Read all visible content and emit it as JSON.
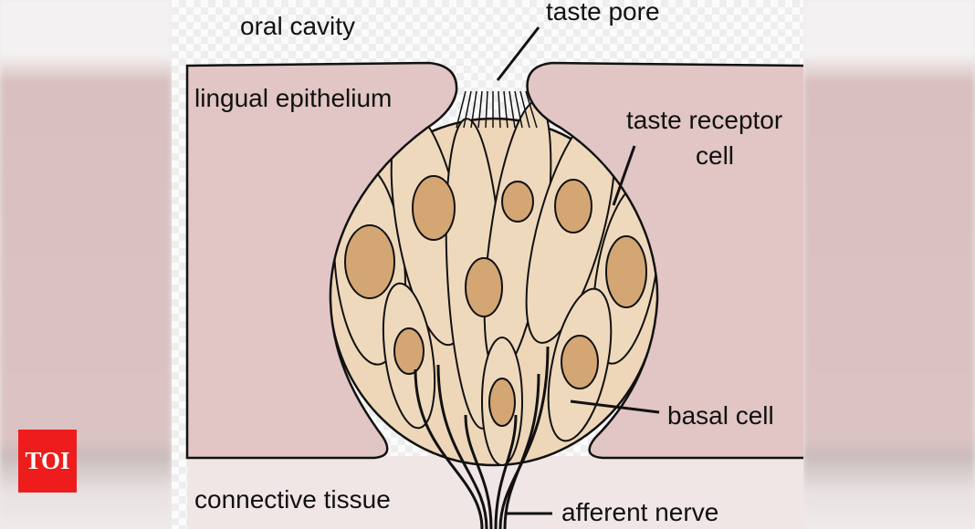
{
  "diagram": {
    "labels": {
      "oral_cavity": "oral cavity",
      "taste_pore": "taste pore",
      "lingual_epithelium": "lingual epithelium",
      "taste_receptor_cell_line1": "taste receptor",
      "taste_receptor_cell_line2": "cell",
      "basal_cell": "basal cell",
      "connective_tissue": "connective tissue",
      "afferent_nerve": "afferent nerve"
    },
    "colors": {
      "epithelium": "#e2c5c5",
      "taste_bud": "#eed6b8",
      "nucleus": "#d4a674",
      "connective_tissue": "#f1e6e6"
    }
  },
  "logo": {
    "text": "TOI",
    "color": "#ee1c1c"
  }
}
